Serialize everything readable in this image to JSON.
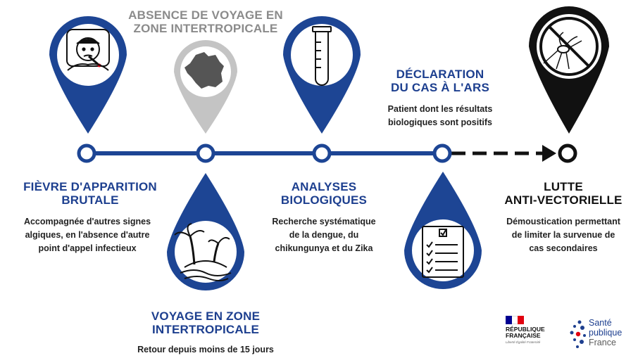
{
  "steps": {
    "fievre": {
      "title_line1": "FIÈVRE D'APPARITION",
      "title_line2": "BRUTALE",
      "desc_line1": "Accompagnée d'autres signes",
      "desc_line2": "algiques, en l'absence d'autre",
      "desc_line3": "point d'appel infectieux",
      "icon": "sick-person-thermometer-icon"
    },
    "absence_voyage": {
      "title_line1": "ABSENCE DE VOYAGE EN",
      "title_line2": "ZONE INTERTROPICALE",
      "icon": "france-map-icon"
    },
    "voyage": {
      "title_line1": "VOYAGE EN ZONE",
      "title_line2": "INTERTROPICALE",
      "desc_line1": "Retour depuis moins de 15 jours",
      "icon": "tropical-island-icon"
    },
    "analyses": {
      "title_line1": "ANALYSES",
      "title_line2": "BIOLOGIQUES",
      "desc_line1": "Recherche systématique",
      "desc_line2": "de la dengue, du",
      "desc_line3": "chikungunya et du Zika",
      "icon": "test-tube-icon"
    },
    "declaration": {
      "title_line1": "DÉCLARATION",
      "title_line2": "DU CAS À L'ARS",
      "desc_line1": "Patient dont les résultats",
      "desc_line2": "biologiques sont positifs",
      "icon": "checklist-icon"
    },
    "lutte": {
      "title_line1": "LUTTE",
      "title_line2": "ANTI-VECTORIELLE",
      "desc_line1": "Démoustication permettant",
      "desc_line2": "de limiter la survenue de",
      "desc_line3": "cas secondaires",
      "icon": "no-mosquito-icon"
    }
  },
  "logos": {
    "republique_line1": "RÉPUBLIQUE",
    "republique_line2": "FRANÇAISE",
    "republique_motto": "Liberté Égalité Fraternité",
    "sante_line1": "Santé",
    "sante_line2": "publique",
    "sante_line3": "France"
  },
  "colors": {
    "primary_blue": "#1d4594",
    "gray": "#c4c4c4",
    "black": "#111111",
    "flag_blue": "#000091",
    "flag_red": "#e1000f",
    "sp_red": "#e1000f"
  }
}
